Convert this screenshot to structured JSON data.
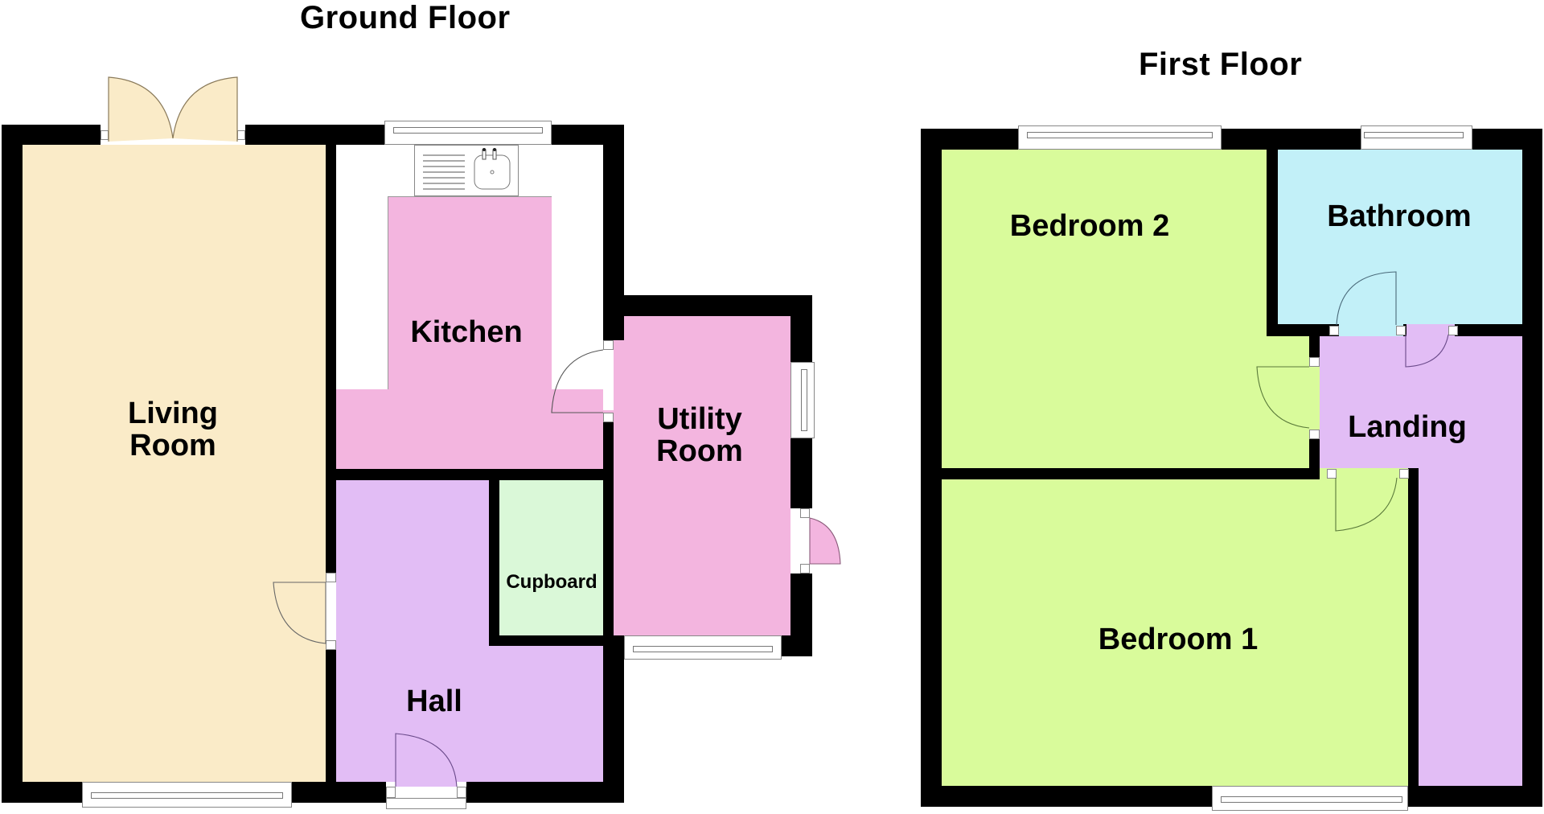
{
  "titles": {
    "ground": "Ground Floor",
    "first": "First Floor"
  },
  "colors": {
    "wall": "#000000",
    "living_room": "#FAEBC8",
    "kitchen": "#F3B5DF",
    "utility_room": "#F3B5DF",
    "hall": "#E2BDF5",
    "cupboard": "#DAF8D8",
    "bedroom": "#D9FB9B",
    "bathroom": "#C2F0F8",
    "landing": "#E2BDF5"
  },
  "ground_floor": {
    "rooms": {
      "living_room": "Living\nRoom",
      "kitchen": "Kitchen",
      "utility_room": "Utility\nRoom",
      "cupboard": "Cupboard",
      "hall": "Hall"
    }
  },
  "first_floor": {
    "rooms": {
      "bedroom_2": "Bedroom 2",
      "bathroom": "Bathroom",
      "landing": "Landing",
      "bedroom_1": "Bedroom 1"
    }
  }
}
